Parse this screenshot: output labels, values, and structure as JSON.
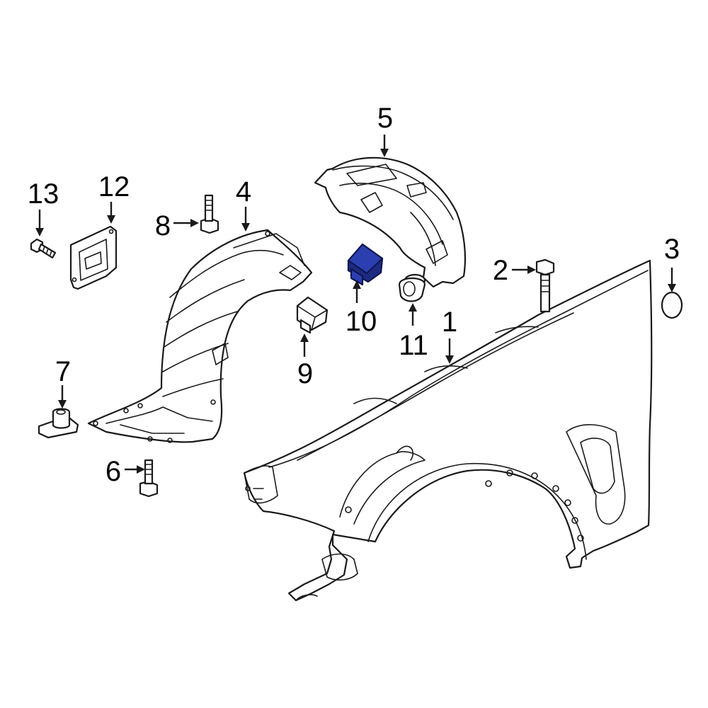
{
  "diagram": {
    "highlight_color": "#2b3fb0",
    "callouts": [
      {
        "id": "1",
        "label": "1"
      },
      {
        "id": "2",
        "label": "2"
      },
      {
        "id": "3",
        "label": "3"
      },
      {
        "id": "4",
        "label": "4"
      },
      {
        "id": "5",
        "label": "5"
      },
      {
        "id": "6",
        "label": "6"
      },
      {
        "id": "7",
        "label": "7"
      },
      {
        "id": "8",
        "label": "8"
      },
      {
        "id": "9",
        "label": "9"
      },
      {
        "id": "10",
        "label": "10"
      },
      {
        "id": "11",
        "label": "11"
      },
      {
        "id": "12",
        "label": "12"
      },
      {
        "id": "13",
        "label": "13"
      }
    ],
    "highlighted_part": "10"
  }
}
